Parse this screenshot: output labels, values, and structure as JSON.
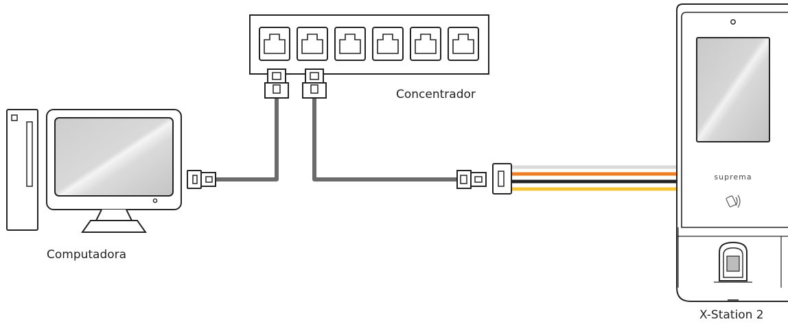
{
  "labels": {
    "computer": "Computadora",
    "hub": "Concentrador",
    "device": "X-Station 2",
    "brand": "suprema"
  },
  "hub_ports": 6,
  "colors": {
    "outline": "#222222",
    "cable_gray": "#6b6b6b",
    "screen_gray": "#cfcfcf",
    "wire_white": "#e8e8e8",
    "wire_orange": "#ef7d22",
    "wire_black": "#222222",
    "wire_yellow": "#f7c531"
  },
  "icons": [
    "desktop-computer-icon",
    "monitor-icon",
    "network-hub-icon",
    "rj45-plug-icon",
    "access-control-device-icon",
    "fingerprint-sensor-icon",
    "rfid-card-icon"
  ]
}
